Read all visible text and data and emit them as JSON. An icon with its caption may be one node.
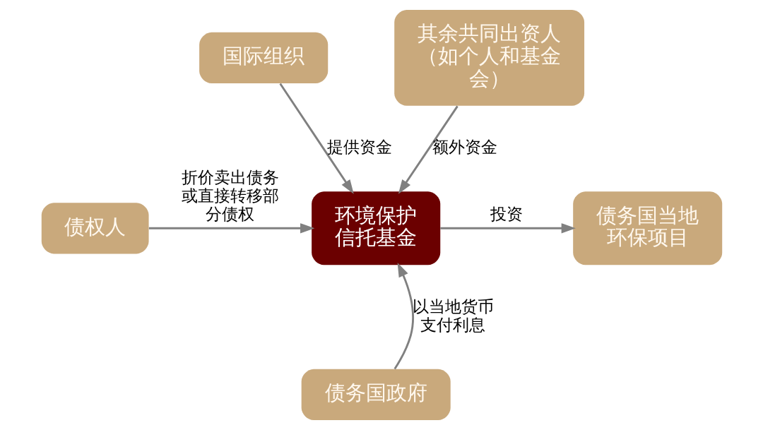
{
  "diagram": {
    "nodes": [
      {
        "text": [
          "国际组织"
        ]
      },
      {
        "text": [
          "其余共同出资人（如个人和基金会）"
        ]
      },
      {
        "text": [
          "债权人"
        ]
      },
      {
        "text": [
          "环境保护信托基金"
        ]
      },
      {
        "text": [
          "债务国当地环保项目"
        ]
      },
      {
        "text": [
          "债务国政府"
        ]
      }
    ],
    "edges": [
      {
        "from": 0,
        "to": 3,
        "arrow": "to",
        "label": "提供资金"
      },
      {
        "from": 1,
        "to": 3,
        "arrow": "to",
        "label": "额外资金"
      },
      {
        "from": 2,
        "to": 3,
        "arrow": "to",
        "label": "折价卖出债务或直接转移部分债权"
      },
      {
        "from": 3,
        "to": 4,
        "arrow": "to",
        "label": "投资"
      },
      {
        "from": 5,
        "to": 3,
        "arrow": "to",
        "label": "以当地货币支付利息"
      }
    ]
  }
}
